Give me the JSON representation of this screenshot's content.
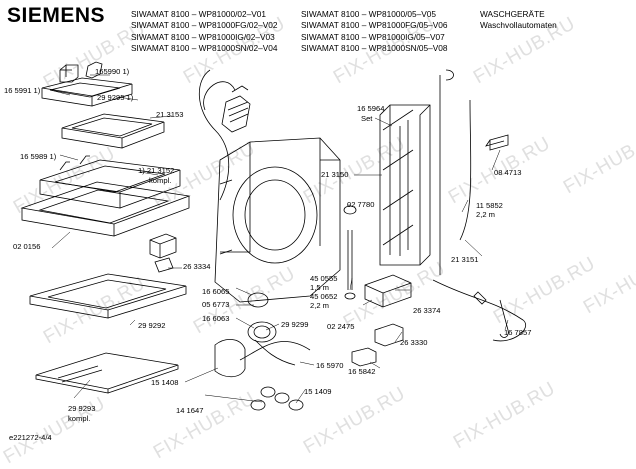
{
  "brand": "SIEMENS",
  "models_col1": [
    "SIWAMAT 8100 – WP81000/02–V01",
    "SIWAMAT 8100 – WP81000FG/02–V02",
    "SIWAMAT 8100 – WP81000IG/02–V03",
    "SIWAMAT 8100 – WP81000SN/02–V04"
  ],
  "models_col2": [
    "SIWAMAT 8100 – WP81000/05–V05",
    "SIWAMAT 8100 – WP81000FG/05–V06",
    "SIWAMAT 8100 – WP81000IG/05–V07",
    "SIWAMAT 8100 – WP81000SN/05–V08"
  ],
  "category": [
    "WASCHGERÄTE",
    "Waschvollautomaten"
  ],
  "document_id": "e221272-4/4",
  "watermark": "FIX-HUB.RU",
  "part_labels": [
    "165990 1)",
    "16 5991 1)",
    "29 9295 1)",
    "21 3153",
    "16 5989 1)",
    "1) 21 3152",
    "kompl.",
    "02 0156",
    "26 3334",
    "29 9292",
    "29 9293",
    "kompl.",
    "16 6065",
    "05 6773",
    "16 6063",
    "29 9299",
    "15 1408",
    "14 1647",
    "15 1409",
    "16 5970",
    "16 5964",
    "Set",
    "21 3150",
    "02 7780",
    "45 0555",
    "1,5 m",
    "45 0652",
    "2,2 m",
    "02 2475",
    "26 3374",
    "26 3330",
    "16 5842",
    "08 4713",
    "11 5852",
    "2,2 m",
    "21 3151",
    "16 7857"
  ]
}
